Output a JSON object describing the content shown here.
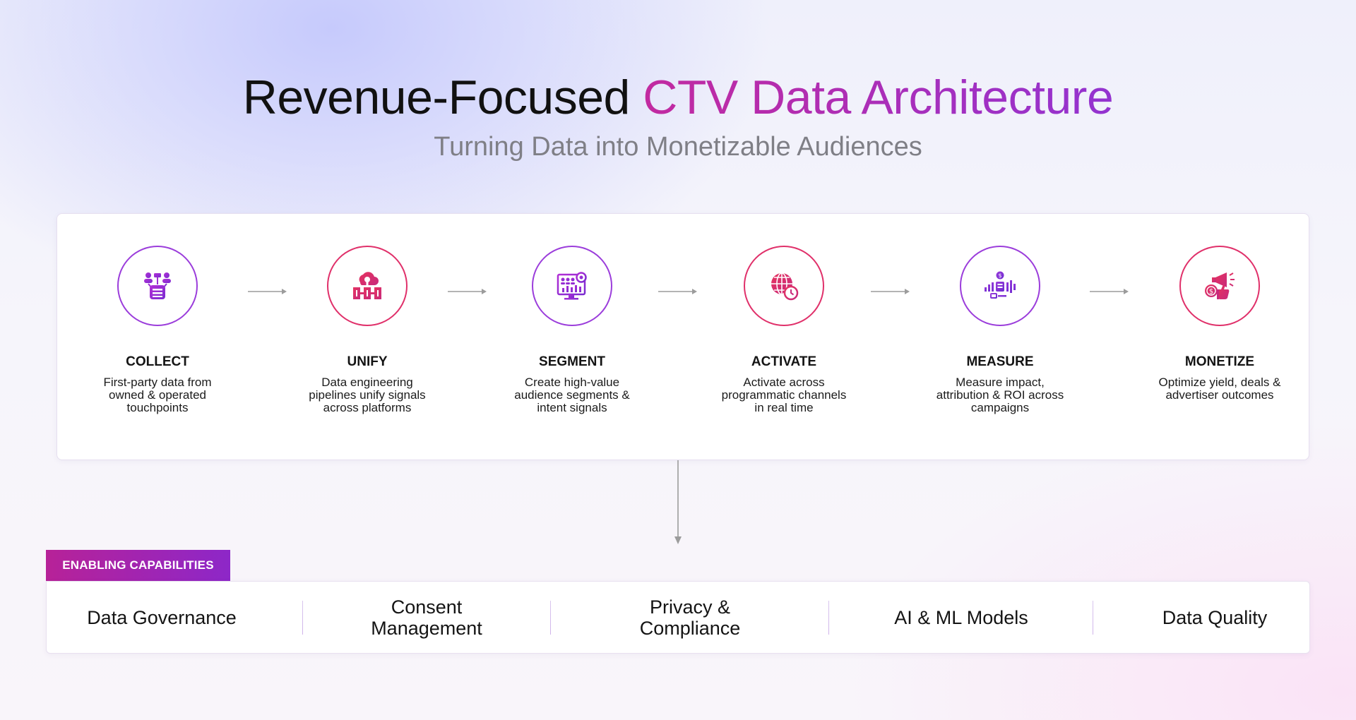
{
  "header": {
    "title_main": "Revenue-Focused",
    "title_accent": "CTV Data Architecture",
    "subtitle": "Turning Data into Monetizable Audiences"
  },
  "flow": {
    "steps": [
      {
        "title": "COLLECT",
        "description": "First-party data from owned & operated touchpoints",
        "icon": "collect-touchpoints-icon",
        "ring_color": "#9b3ddb"
      },
      {
        "title": "UNIFY",
        "description": "Data engineering pipelines unify signals across platforms",
        "icon": "cloud-pipeline-icon",
        "ring_color": "#e0306a"
      },
      {
        "title": "SEGMENT",
        "description": "Create high-value audience segments & intent signals",
        "icon": "audience-dashboard-icon",
        "ring_color": "#9b3ddb"
      },
      {
        "title": "ACTIVATE",
        "description": "Activate across programmatic channels in real time",
        "icon": "globe-clock-icon",
        "ring_color": "#e0306a"
      },
      {
        "title": "MEASURE",
        "description": "Measure impact, attribution & ROI across campaigns",
        "icon": "measure-signal-icon",
        "ring_color": "#9b3ddb"
      },
      {
        "title": "MONETIZE",
        "description": "Optimize yield, deals & advertiser outcomes",
        "icon": "megaphone-coin-icon",
        "ring_color": "#e0306a"
      }
    ]
  },
  "capabilities": {
    "label": "ENABLING CAPABILITIES",
    "items": [
      "Data Governance",
      "Consent\nManagement",
      "Privacy &\nCompliance",
      "AI & ML Models",
      "Data Quality"
    ]
  },
  "colors": {
    "accent_purple": "#9333d0",
    "accent_magenta": "#c22aa0",
    "ring_purple": "#9b3ddb",
    "ring_pink": "#e0306a"
  }
}
